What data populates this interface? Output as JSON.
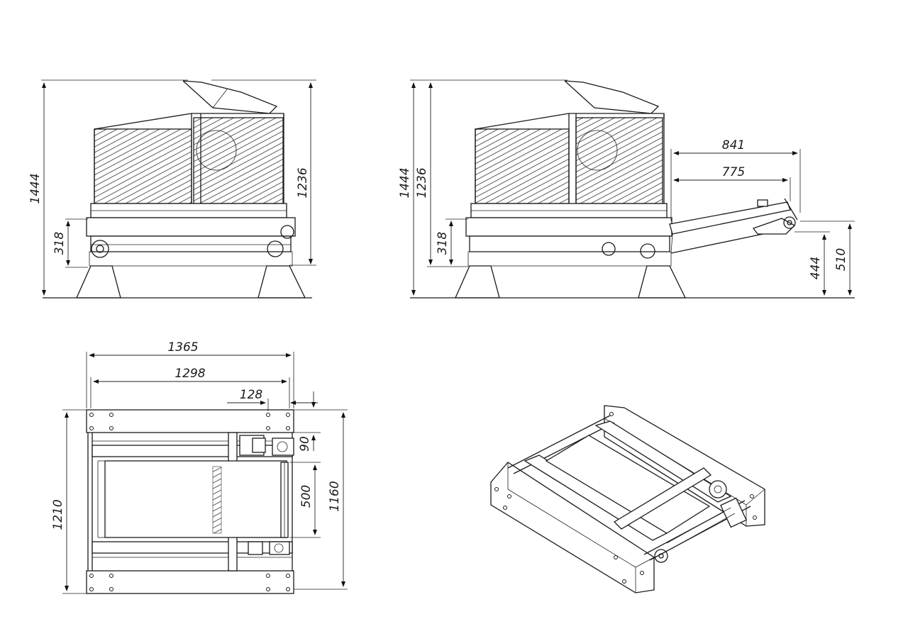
{
  "views": {
    "front": {
      "overall_height": "1444",
      "frame_height": "1236",
      "base_height": "318"
    },
    "side": {
      "overall_height": "1444",
      "frame_height": "1236",
      "base_height": "318",
      "conveyor_reach_outer": "841",
      "conveyor_reach_inner": "775",
      "discharge_low": "444",
      "discharge_high": "510"
    },
    "top": {
      "overall_width": "1365",
      "inner_width": "1298",
      "motor_offset": "128",
      "end_rail": "90",
      "belt_width": "500",
      "inner_depth": "1160",
      "overall_depth": "1210"
    }
  },
  "colors": {
    "line": "#1a1a1a",
    "background": "#ffffff",
    "hatch": "#333333"
  }
}
